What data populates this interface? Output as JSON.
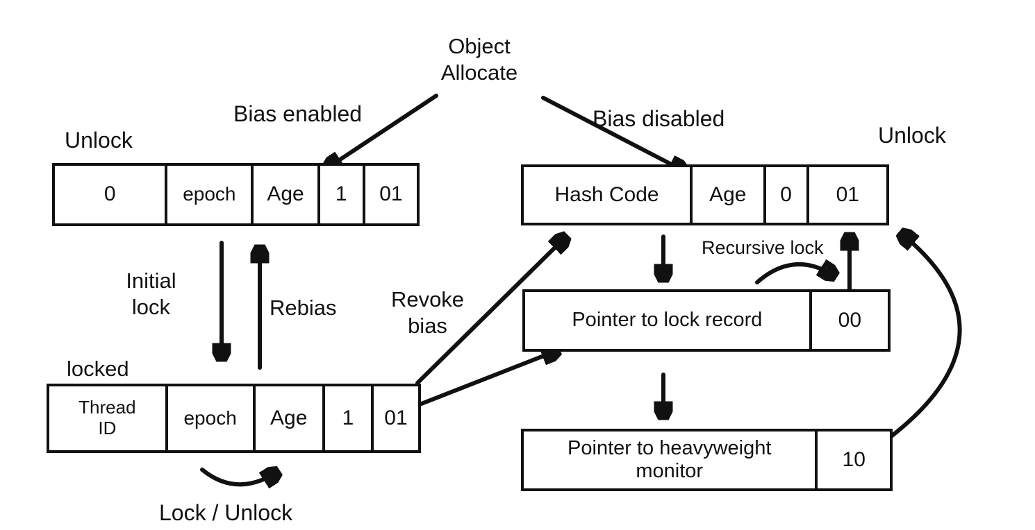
{
  "labels": {
    "object_allocate": "Object\nAllocate",
    "bias_enabled": "Bias enabled",
    "bias_disabled": "Bias disabled",
    "unlock_left": "Unlock",
    "unlock_right": "Unlock",
    "initial_lock": "Initial\nlock",
    "rebias": "Rebias",
    "revoke_bias": "Revoke\nbias",
    "locked": "locked",
    "lock_unlock": "Lock / Unlock",
    "recursive_lock": "Recursive lock"
  },
  "boxes": {
    "biased_unlocked": {
      "cells": [
        "0",
        "epoch",
        "Age",
        "1",
        "01"
      ]
    },
    "biased_locked": {
      "cells": [
        "Thread\nID",
        "epoch",
        "Age",
        "1",
        "01"
      ]
    },
    "unbiased_unlocked": {
      "cells": [
        "Hash Code",
        "Age",
        "0",
        "01"
      ]
    },
    "lightweight_locked": {
      "cells": [
        "Pointer to lock record",
        "00"
      ]
    },
    "heavyweight_locked": {
      "cells": [
        "Pointer to heavyweight\nmonitor",
        "10"
      ]
    }
  },
  "colors": {
    "ink": "#111111",
    "background": "#ffffff"
  }
}
